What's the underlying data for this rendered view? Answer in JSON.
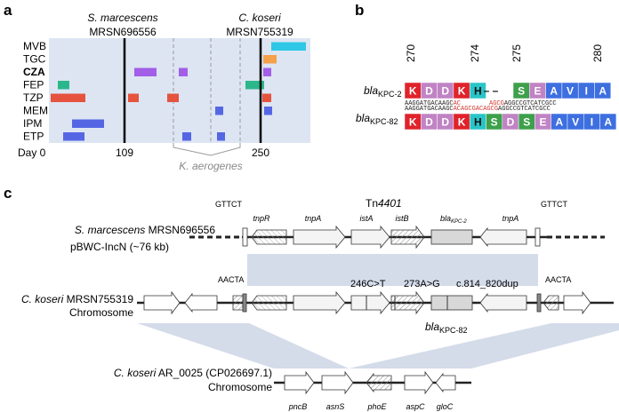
{
  "panel_labels": {
    "a": "a",
    "b": "b",
    "c": "c"
  },
  "panel_a": {
    "isolate1": {
      "species": "S. marcescens",
      "id": "MRSN696556"
    },
    "isolate2": {
      "species": "C. koseri",
      "id": "MRSN755319"
    },
    "drugs": [
      "MVB",
      "TGC",
      "CZA",
      "FEP",
      "TZP",
      "MEM",
      "IPM",
      "ETP"
    ],
    "highlight_drug": "CZA",
    "day_prefix": "Day 0",
    "tick_109": "109",
    "tick_250": "250",
    "bracket_label": "K. aerogenes",
    "colors": {
      "MVB": "#2ec8e6",
      "TGC": "#f5a04a",
      "CZA": "#a35ee8",
      "FEP": "#2bb78a",
      "TZP": "#e5533e",
      "MEM": "#5566e5",
      "IPM": "#5566e5",
      "ETP": "#5566e5",
      "bg": "#dde5f3"
    }
  },
  "panel_b": {
    "pos": [
      "270",
      "274",
      "275",
      "280"
    ],
    "row1_label": "bla",
    "row1_sub": "KPC-2",
    "row2_label": "bla",
    "row2_sub": "KPC-82",
    "row1_aa": [
      "K",
      "D",
      "D",
      "K",
      "H"
    ],
    "row1_aa2": [
      "S",
      "E",
      "A",
      "V",
      "I",
      "A"
    ],
    "row2_aa": [
      "K",
      "D",
      "D",
      "K",
      "H",
      "S",
      "D",
      "S",
      "E",
      "A",
      "V",
      "I",
      "A"
    ],
    "dashes": "– –",
    "nt1_black": "AAGGATGACAAGC",
    "nt1_red": "AC",
    "nt1_red2": "AGCG",
    "nt1_black2": "AGGCCGTCATCGCC",
    "nt2_black": "AAGGATGACAAGC",
    "nt2_red": "ACAGCGACAGCG",
    "nt2_black2": "AGGCCGTCATCGCC",
    "aa_colors": {
      "K": "#e0232a",
      "D": "#c083c4",
      "H": "#29c4c8",
      "S": "#3ea04b",
      "E": "#c083c4",
      "A": "#3d6fe0",
      "V": "#3d6fe0",
      "I": "#3d6fe0"
    }
  },
  "panel_c": {
    "tn": "Tn",
    "tn_num": "4401",
    "gttct": "GTTCT",
    "aacta": "AACTA",
    "top_species": "S. marcescens",
    "top_id": " MRSN696556",
    "top_plasmid": "pBWC-IncN (~76 kb)",
    "mid_species": "C. koseri",
    "mid_id": " MRSN755319",
    "mid_chrom": "Chromosome",
    "bot_species": "C. koseri",
    "bot_id": " AR_0025 (CP026697.1)",
    "bot_chrom": "Chromosome",
    "genes_top": [
      "tnpR",
      "tnpA",
      "istA",
      "istB",
      "bla",
      "tnpA"
    ],
    "bla_sub": "KPC-2",
    "mut1": "246C>T",
    "mut2": "273A>G",
    "mut3": "c.814_820dup",
    "bla82": "bla",
    "bla82_sub": "KPC-82",
    "genes_bot": [
      "pncB",
      "asnS",
      "phoE",
      "aspC",
      "gloC"
    ]
  }
}
